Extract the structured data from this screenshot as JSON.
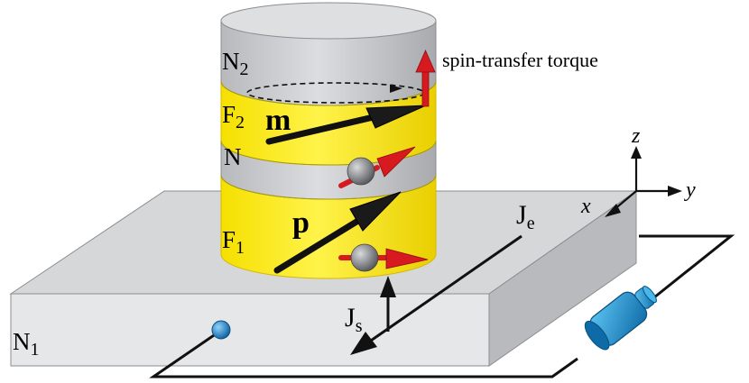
{
  "labels": {
    "n2": "N",
    "n2_sub": "2",
    "f2": "F",
    "f2_sub": "2",
    "n": "N",
    "f1": "F",
    "f1_sub": "1",
    "n1": "N",
    "n1_sub": "1",
    "m": "m",
    "p": "p",
    "je": "J",
    "je_sub": "e",
    "js": "J",
    "js_sub": "s",
    "spin_transfer_torque": "spin-transfer torque",
    "axis_x": "x",
    "axis_y": "y",
    "axis_z": "z"
  },
  "colors": {
    "slab_top": "#d6d7d9",
    "slab_front": "#e6e7e8",
    "slab_side": "#b9babd",
    "normal_layer": "#cbcccf",
    "ferro_layer": "#fff200",
    "ferro_edge": "#e8c400",
    "arrow_black": "#1a1a1a",
    "arrow_red": "#d71920",
    "electron_gray": "#7a7b7e",
    "electron_blue": "#1e8fd6",
    "battery_blue": "#1b9ad8"
  }
}
